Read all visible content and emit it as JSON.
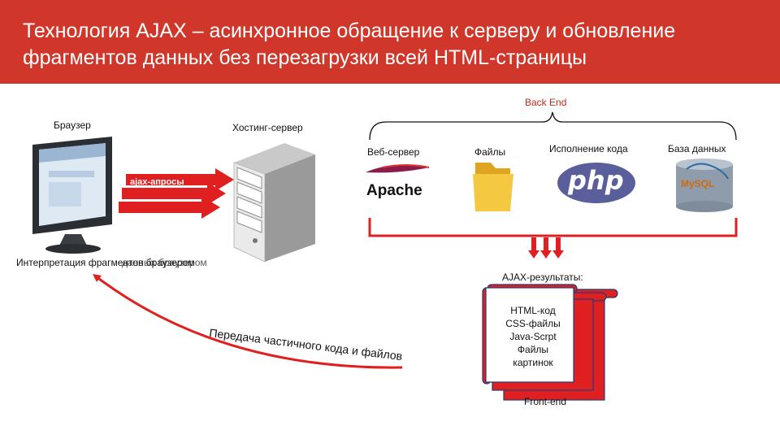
{
  "header": {
    "title_line1": "Технология AJAX – асинхронное обращение к серверу и обновление",
    "title_line2": "фрагментов данных без перезагрузки всей HTML-страницы"
  },
  "labels": {
    "browser": "Браузер",
    "hosting_server": "Хостинг-сервер",
    "back_end": "Back End",
    "web_server": "Веб-сервер",
    "files": "Файлы",
    "code_execution": "Исполнение кода",
    "database": "База данных",
    "apache": "Apache",
    "ajax_requests": "ajax-апросы",
    "interpretation": "Интерпретация фрагментов браузером",
    "interpretation_overlay": "данных браузером",
    "ajax_results": "AJAX-результаты:",
    "transfer": "Передача частичного кода и файлов",
    "front_end": "Front-end",
    "php": "php",
    "mysql": "MySQL"
  },
  "results": [
    "HTML-код",
    "CSS-файлы",
    "Java-Scrpt",
    "Файлы",
    "картинок"
  ],
  "colors": {
    "header_bg": "#d0372a",
    "accent_red": "#e02020",
    "text": "#111111"
  }
}
